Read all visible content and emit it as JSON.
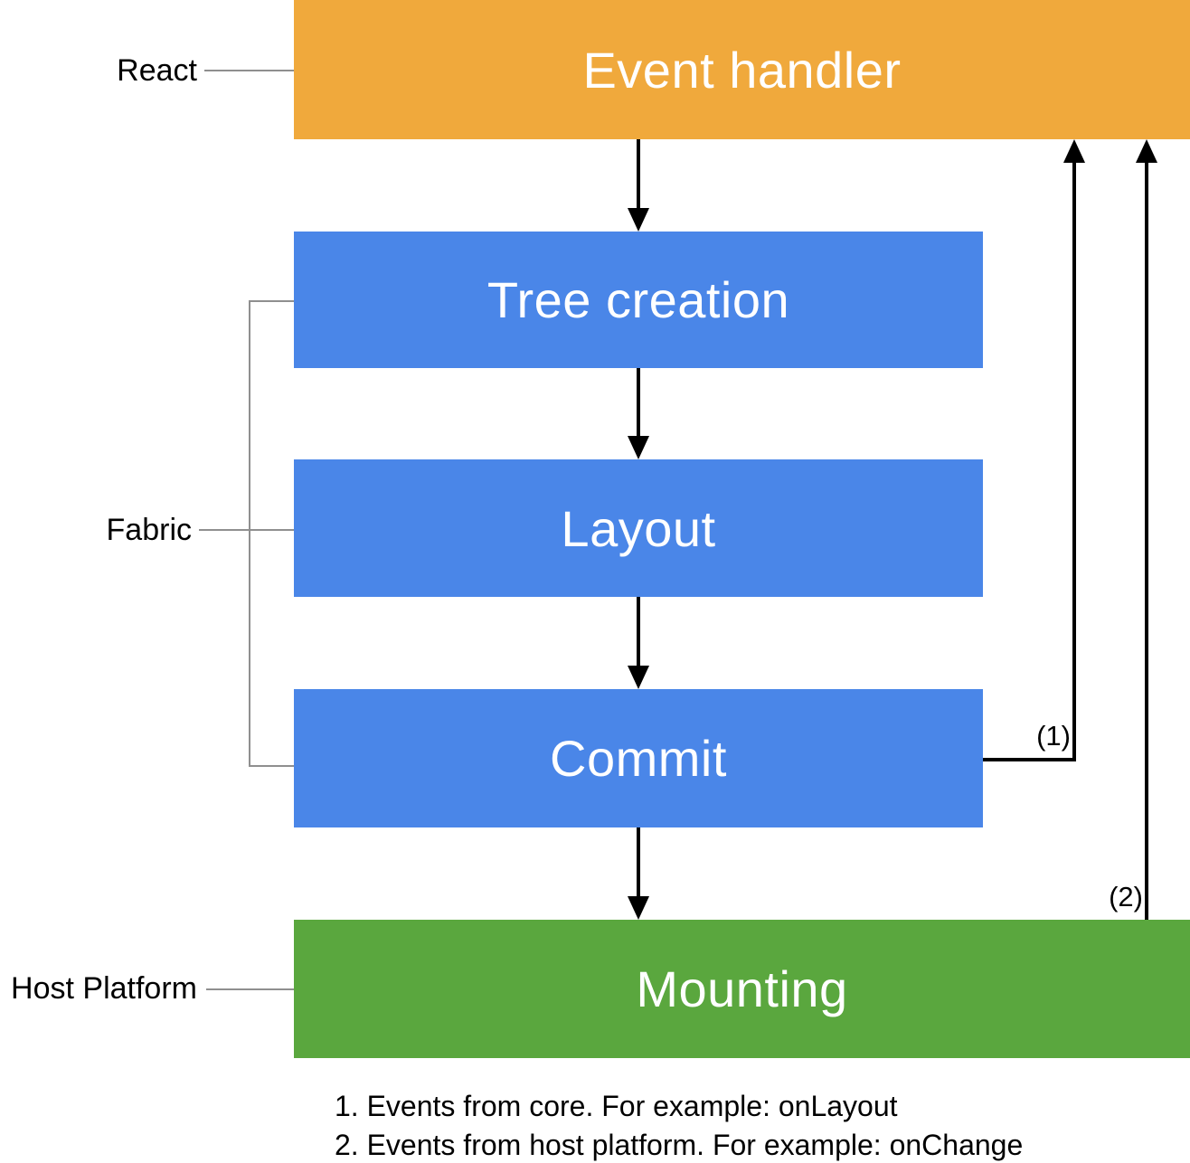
{
  "boxes": {
    "event_handler": {
      "label": "Event handler",
      "color": "#F0A93C"
    },
    "tree_creation": {
      "label": "Tree creation",
      "color": "#4A86E8"
    },
    "layout": {
      "label": "Layout",
      "color": "#4A86E8"
    },
    "commit": {
      "label": "Commit",
      "color": "#4A86E8"
    },
    "mounting": {
      "label": "Mounting",
      "color": "#5AA73E"
    }
  },
  "side_labels": {
    "react": "React",
    "fabric": "Fabric",
    "host_platform": "Host Platform"
  },
  "arrow_labels": {
    "one": "(1)",
    "two": "(2)"
  },
  "notes": {
    "line1": "1. Events from core. For example: onLayout",
    "line2": "2. Events from host platform. For example: onChange"
  },
  "colors": {
    "arrow": "#000000",
    "connector_line": "#8f8f8f",
    "box_text": "#ffffff",
    "label_text": "#000000",
    "background": "#ffffff"
  }
}
